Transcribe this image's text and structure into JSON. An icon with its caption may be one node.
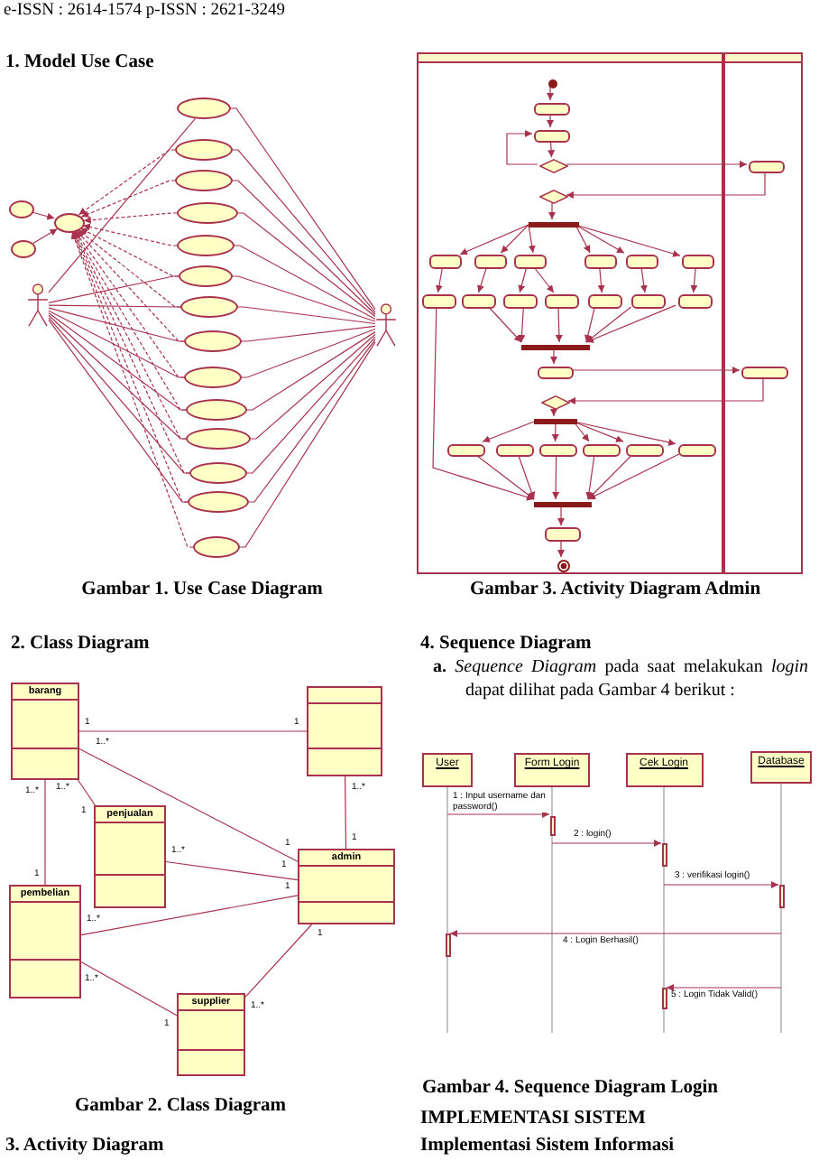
{
  "diagram": {
    "nodes": [
      {
        "text": [],
        "shape": "ellipse"
      },
      {
        "text": [],
        "shape": "ellipse"
      },
      {
        "text": [],
        "shape": "ellipse"
      },
      {
        "text": [],
        "shape": "ellipse"
      },
      {
        "text": [],
        "shape": "ellipse"
      },
      {
        "text": [],
        "shape": "ellipse"
      },
      {
        "text": [],
        "shape": "ellipse"
      },
      {
        "text": [],
        "shape": "ellipse"
      },
      {
        "text": [],
        "shape": "ellipse"
      },
      {
        "text": [],
        "shape": "ellipse"
      },
      {
        "text": [],
        "shape": "ellipse"
      },
      {
        "text": [],
        "shape": "ellipse"
      },
      {
        "text": [],
        "shape": "ellipse"
      },
      {
        "text": [],
        "shape": "ellipse"
      },
      {
        "text": [],
        "shape": "ellipse"
      },
      {
        "text": [],
        "shape": "ellipse"
      },
      {
        "text": [],
        "shape": "ellipse"
      },
      {
        "text": [],
        "shape": "person"
      },
      {
        "text": [],
        "shape": "person"
      },
      {
        "text": [
          "barang"
        ]
      },
      {
        "text": [],
        "shape": "box"
      },
      {
        "text": [
          "penjualan"
        ]
      },
      {
        "text": [
          "admin"
        ]
      },
      {
        "text": [
          "pembelian"
        ]
      },
      {
        "text": [
          "supplier"
        ]
      },
      {
        "text": [],
        "shape": "box"
      },
      {
        "text": [],
        "shape": "box"
      },
      {
        "text": [],
        "shape": "circle",
        "in": 25
      },
      {
        "text": [],
        "shape": "box",
        "in": 25
      },
      {
        "text": [],
        "shape": "box",
        "in": 25
      },
      {
        "text": [],
        "shape": "diamond",
        "in": 25
      },
      {
        "text": [],
        "shape": "box",
        "in": 26
      },
      {
        "text": [],
        "shape": "diamond",
        "in": 25
      },
      {
        "text": [],
        "shape": "bar",
        "in": 25
      },
      {
        "text": [],
        "shape": "box",
        "in": 25
      },
      {
        "text": [],
        "shape": "box",
        "in": 25
      },
      {
        "text": [],
        "shape": "box",
        "in": 25
      },
      {
        "text": [],
        "shape": "box",
        "in": 25
      },
      {
        "text": [],
        "shape": "box",
        "in": 25
      },
      {
        "text": [],
        "shape": "box",
        "in": 25
      },
      {
        "text": [],
        "shape": "box",
        "in": 25
      },
      {
        "text": [],
        "shape": "box",
        "in": 25
      },
      {
        "text": [],
        "shape": "box",
        "in": 25
      },
      {
        "text": [],
        "shape": "box",
        "in": 25
      },
      {
        "text": [],
        "shape": "box",
        "in": 25
      },
      {
        "text": [],
        "shape": "box",
        "in": 25
      },
      {
        "text": [],
        "shape": "box",
        "in": 25
      },
      {
        "text": [],
        "shape": "bar",
        "in": 25
      },
      {
        "text": [],
        "shape": "box",
        "in": 25
      },
      {
        "text": [],
        "shape": "box",
        "in": 26
      },
      {
        "text": [],
        "shape": "diamond",
        "in": 25
      },
      {
        "text": [],
        "shape": "bar",
        "in": 25
      },
      {
        "text": [],
        "shape": "box",
        "in": 25
      },
      {
        "text": [],
        "shape": "box",
        "in": 25
      },
      {
        "text": [],
        "shape": "box",
        "in": 25
      },
      {
        "text": [],
        "shape": "box",
        "in": 25
      },
      {
        "text": [],
        "shape": "box",
        "in": 25
      },
      {
        "text": [],
        "shape": "box",
        "in": 25
      },
      {
        "text": [],
        "shape": "bar",
        "in": 25
      },
      {
        "text": [],
        "shape": "box",
        "in": 25
      },
      {
        "text": [],
        "shape": "circle",
        "in": 25
      },
      {
        "text": [
          "User"
        ]
      },
      {
        "text": [
          "Form Login"
        ]
      },
      {
        "text": [
          "Cek Login"
        ]
      },
      {
        "text": [
          "Database"
        ]
      },
      {
        "text": [],
        "shape": "bar"
      },
      {
        "text": [],
        "shape": "bar"
      },
      {
        "text": [],
        "shape": "bar"
      },
      {
        "text": [],
        "shape": "bar"
      },
      {
        "text": [],
        "shape": "bar"
      }
    ],
    "edges": [
      {
        "from": 0,
        "to": 1,
        "arrow": "to"
      },
      {
        "from": 2,
        "to": 1,
        "arrow": "to"
      },
      {
        "from": 4,
        "to": 1,
        "arrow": "to",
        "style": "dashed"
      },
      {
        "from": 5,
        "to": 1,
        "arrow": "to",
        "style": "dashed"
      },
      {
        "from": 6,
        "to": 1,
        "arrow": "to",
        "style": "dashed"
      },
      {
        "from": 7,
        "to": 1,
        "arrow": "to",
        "style": "dashed"
      },
      {
        "from": 8,
        "to": 1,
        "arrow": "to",
        "style": "dashed"
      },
      {
        "from": 9,
        "to": 1,
        "arrow": "to",
        "style": "dashed"
      },
      {
        "from": 10,
        "to": 1,
        "arrow": "to",
        "style": "dashed"
      },
      {
        "from": 11,
        "to": 1,
        "arrow": "to",
        "style": "dashed"
      },
      {
        "from": 12,
        "to": 1,
        "arrow": "to",
        "style": "dashed"
      },
      {
        "from": 13,
        "to": 1,
        "arrow": "to",
        "style": "dashed"
      },
      {
        "from": 14,
        "to": 1,
        "arrow": "to",
        "style": "dashed"
      },
      {
        "from": 15,
        "to": 1,
        "arrow": "to",
        "style": "dashed"
      },
      {
        "from": 16,
        "to": 1,
        "arrow": "to",
        "style": "dashed"
      },
      {
        "from": 17,
        "to": 3,
        "arrow": "none"
      },
      {
        "from": 17,
        "to": 8,
        "arrow": "none"
      },
      {
        "from": 17,
        "to": 9,
        "arrow": "none"
      },
      {
        "from": 17,
        "to": 10,
        "arrow": "none"
      },
      {
        "from": 17,
        "to": 11,
        "arrow": "none"
      },
      {
        "from": 17,
        "to": 12,
        "arrow": "none"
      },
      {
        "from": 17,
        "to": 13,
        "arrow": "none"
      },
      {
        "from": 17,
        "to": 14,
        "arrow": "none"
      },
      {
        "from": 17,
        "to": 15,
        "arrow": "none"
      },
      {
        "from": 18,
        "to": 3,
        "arrow": "none"
      },
      {
        "from": 18,
        "to": 4,
        "arrow": "none"
      },
      {
        "from": 18,
        "to": 5,
        "arrow": "none"
      },
      {
        "from": 18,
        "to": 6,
        "arrow": "none"
      },
      {
        "from": 18,
        "to": 7,
        "arrow": "none"
      },
      {
        "from": 18,
        "to": 8,
        "arrow": "none"
      },
      {
        "from": 18,
        "to": 9,
        "arrow": "none"
      },
      {
        "from": 18,
        "to": 10,
        "arrow": "none"
      },
      {
        "from": 18,
        "to": 11,
        "arrow": "none"
      },
      {
        "from": 18,
        "to": 12,
        "arrow": "none"
      },
      {
        "from": 18,
        "to": 13,
        "arrow": "none"
      },
      {
        "from": 18,
        "to": 14,
        "arrow": "none"
      },
      {
        "from": 18,
        "to": 15,
        "arrow": "none"
      },
      {
        "from": 18,
        "to": 16,
        "arrow": "none"
      },
      {
        "from": 19,
        "to": 20,
        "arrow": "none"
      },
      {
        "from": 19,
        "to": 22,
        "arrow": "none"
      },
      {
        "from": 19,
        "to": 21,
        "arrow": "none"
      },
      {
        "from": 19,
        "to": 23,
        "arrow": "none"
      },
      {
        "from": 20,
        "to": 22,
        "arrow": "none"
      },
      {
        "from": 21,
        "to": 22,
        "arrow": "none"
      },
      {
        "from": 23,
        "to": 22,
        "arrow": "none"
      },
      {
        "from": 23,
        "to": 24,
        "arrow": "none"
      },
      {
        "from": 24,
        "to": 22,
        "arrow": "none"
      },
      {
        "from": 27,
        "to": 28,
        "arrow": "to"
      },
      {
        "from": 28,
        "to": 29,
        "arrow": "to"
      },
      {
        "from": 29,
        "to": 30,
        "arrow": "to"
      },
      {
        "from": 30,
        "to": 29,
        "arrow": "to"
      },
      {
        "from": 30,
        "to": 31,
        "arrow": "to"
      },
      {
        "from": 31,
        "to": 32,
        "arrow": "to"
      },
      {
        "from": 32,
        "to": 33,
        "arrow": "to"
      },
      {
        "from": 33,
        "to": 34,
        "arrow": "to"
      },
      {
        "from": 33,
        "to": 35,
        "arrow": "to"
      },
      {
        "from": 33,
        "to": 36,
        "arrow": "to"
      },
      {
        "from": 33,
        "to": 37,
        "arrow": "to"
      },
      {
        "from": 33,
        "to": 38,
        "arrow": "to"
      },
      {
        "from": 33,
        "to": 39,
        "arrow": "to"
      },
      {
        "from": 34,
        "to": 40,
        "arrow": "to"
      },
      {
        "from": 35,
        "to": 41,
        "arrow": "to"
      },
      {
        "from": 36,
        "to": 42,
        "arrow": "to"
      },
      {
        "from": 36,
        "to": 43,
        "arrow": "to"
      },
      {
        "from": 37,
        "to": 44,
        "arrow": "to"
      },
      {
        "from": 38,
        "to": 45,
        "arrow": "to"
      },
      {
        "from": 39,
        "to": 46,
        "arrow": "to"
      },
      {
        "from": 41,
        "to": 47,
        "arrow": "to"
      },
      {
        "from": 42,
        "to": 47,
        "arrow": "to"
      },
      {
        "from": 43,
        "to": 47,
        "arrow": "to"
      },
      {
        "from": 44,
        "to": 47,
        "arrow": "to"
      },
      {
        "from": 45,
        "to": 47,
        "arrow": "to"
      },
      {
        "from": 46,
        "to": 47,
        "arrow": "to"
      },
      {
        "from": 40,
        "to": 58,
        "arrow": "to"
      },
      {
        "from": 47,
        "to": 48,
        "arrow": "to"
      },
      {
        "from": 48,
        "to": 49,
        "arrow": "to"
      },
      {
        "from": 49,
        "to": 50,
        "arrow": "to"
      },
      {
        "from": 50,
        "to": 51,
        "arrow": "to"
      },
      {
        "from": 51,
        "to": 52,
        "arrow": "to"
      },
      {
        "from": 51,
        "to": 54,
        "arrow": "to"
      },
      {
        "from": 51,
        "to": 55,
        "arrow": "to"
      },
      {
        "from": 51,
        "to": 56,
        "arrow": "to"
      },
      {
        "from": 51,
        "to": 57,
        "arrow": "to"
      },
      {
        "from": 52,
        "to": 58,
        "arrow": "to"
      },
      {
        "from": 53,
        "to": 58,
        "arrow": "to"
      },
      {
        "from": 54,
        "to": 58,
        "arrow": "to"
      },
      {
        "from": 55,
        "to": 58,
        "arrow": "to"
      },
      {
        "from": 56,
        "to": 58,
        "arrow": "to"
      },
      {
        "from": 57,
        "to": 58,
        "arrow": "to"
      },
      {
        "from": 58,
        "to": 59,
        "arrow": "to"
      },
      {
        "from": 59,
        "to": 60,
        "arrow": "to"
      },
      {
        "from": 61,
        "to": 65,
        "arrow": "to",
        "label": "1 : Input username dan password()"
      },
      {
        "from": 65,
        "to": 66,
        "arrow": "to",
        "label": "2 : login()"
      },
      {
        "from": 66,
        "to": 67,
        "arrow": "to",
        "label": "3 : verifikasi login()"
      },
      {
        "from": 67,
        "to": 68,
        "arrow": "to",
        "label": "4 : Login Berhasil()"
      },
      {
        "from": 67,
        "to": 69,
        "arrow": "to",
        "label": "5 : Login Tidak Valid()"
      }
    ],
    "labels": [
      "e-ISSN : 2614-1574 p-ISSN : 2621-3249",
      "1. Model Use Case",
      "Gambar 1. Use Case Diagram",
      "2. Class Diagram",
      "1",
      "1",
      "1..*",
      "1",
      "1..*",
      "1",
      "1..*",
      "1",
      "1..*",
      "1",
      "1..*",
      "1",
      "1..*",
      "1",
      "1..*",
      "1",
      "1..*",
      "1",
      "Gambar 2. Class Diagram",
      "3. Activity Diagram",
      "Gambar 3. Activity Diagram Admin",
      "4. Sequence Diagram",
      "**a.** *Sequence Diagram* pada saat melakukan *login* dapat dilihat pada Gambar 4 berikut :",
      "Gambar 4. Sequence Diagram Login",
      "IMPLEMENTASI SISTEM",
      "Implementasi Sistem Informasi"
    ]
  }
}
